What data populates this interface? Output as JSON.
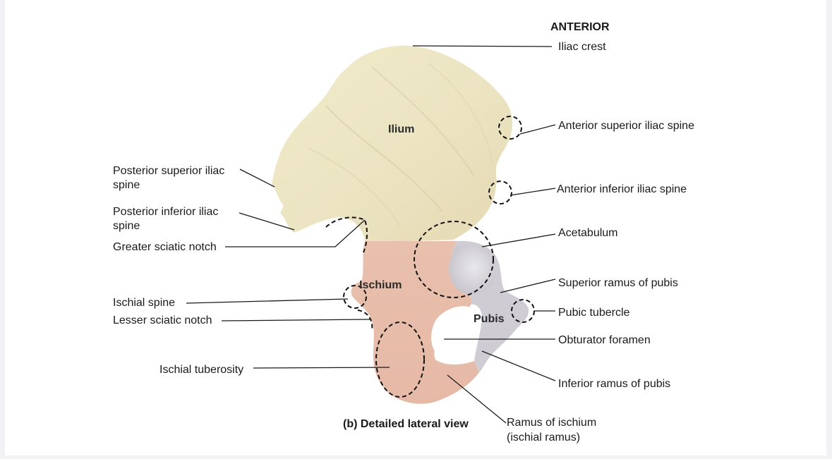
{
  "orientation": "ANTERIOR",
  "caption": "(b) Detailed lateral view",
  "regions": {
    "ilium": "Ilium",
    "ischium": "Ischium",
    "pubis": "Pubis"
  },
  "labels": {
    "iliac_crest": "Iliac crest",
    "asis": "Anterior superior iliac spine",
    "aiis": "Anterior inferior iliac spine",
    "acetabulum": "Acetabulum",
    "superior_ramus": "Superior ramus of pubis",
    "pubic_tubercle": "Pubic tubercle",
    "obturator_foramen": "Obturator foramen",
    "inferior_ramus": "Inferior ramus of pubis",
    "ramus_ischium_1": "Ramus of ischium",
    "ramus_ischium_2": "(ischial ramus)",
    "psis_1": "Posterior superior iliac",
    "psis_2": "spine",
    "piis_1": "Posterior inferior iliac",
    "piis_2": "spine",
    "greater_sciatic_notch": "Greater sciatic notch",
    "ischial_spine": "Ischial spine",
    "lesser_sciatic_notch": "Lesser sciatic notch",
    "ischial_tuberosity": "Ischial tuberosity"
  },
  "colors": {
    "ilium": "#ede6c4",
    "ischium": "#e8bfae",
    "pubis": "#cfcdd3",
    "background": "#ffffff"
  }
}
